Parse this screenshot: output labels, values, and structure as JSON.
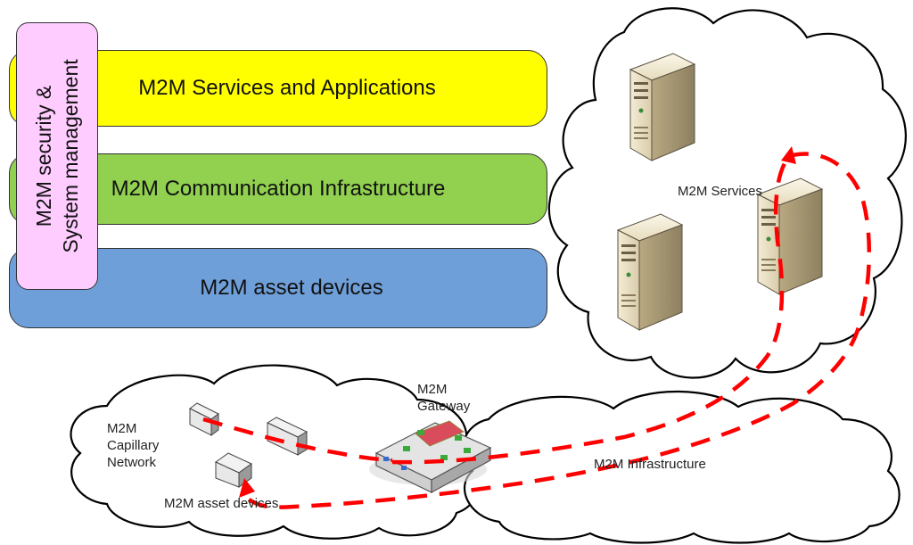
{
  "layers": {
    "services": "M2M Services and Applications",
    "communication": "M2M Communication Infrastructure",
    "assets": "M2M asset devices"
  },
  "security": {
    "line1": "M2M security &",
    "line2": "System management"
  },
  "clouds": {
    "services_label": "M2M Services",
    "capillary_line1": "M2M",
    "capillary_line2": "Capillary",
    "capillary_line3": "Network",
    "capillary_devices": "M2M asset devices",
    "infrastructure_label": "M2M Infrastructure"
  },
  "gateway": {
    "line1": "M2M",
    "line2": "Gateway"
  },
  "colors": {
    "services_layer": "#ffff00",
    "communication_layer": "#92d050",
    "assets_layer": "#6f9fd8",
    "security_box": "#ffccff",
    "flow_path": "#ff0000"
  }
}
